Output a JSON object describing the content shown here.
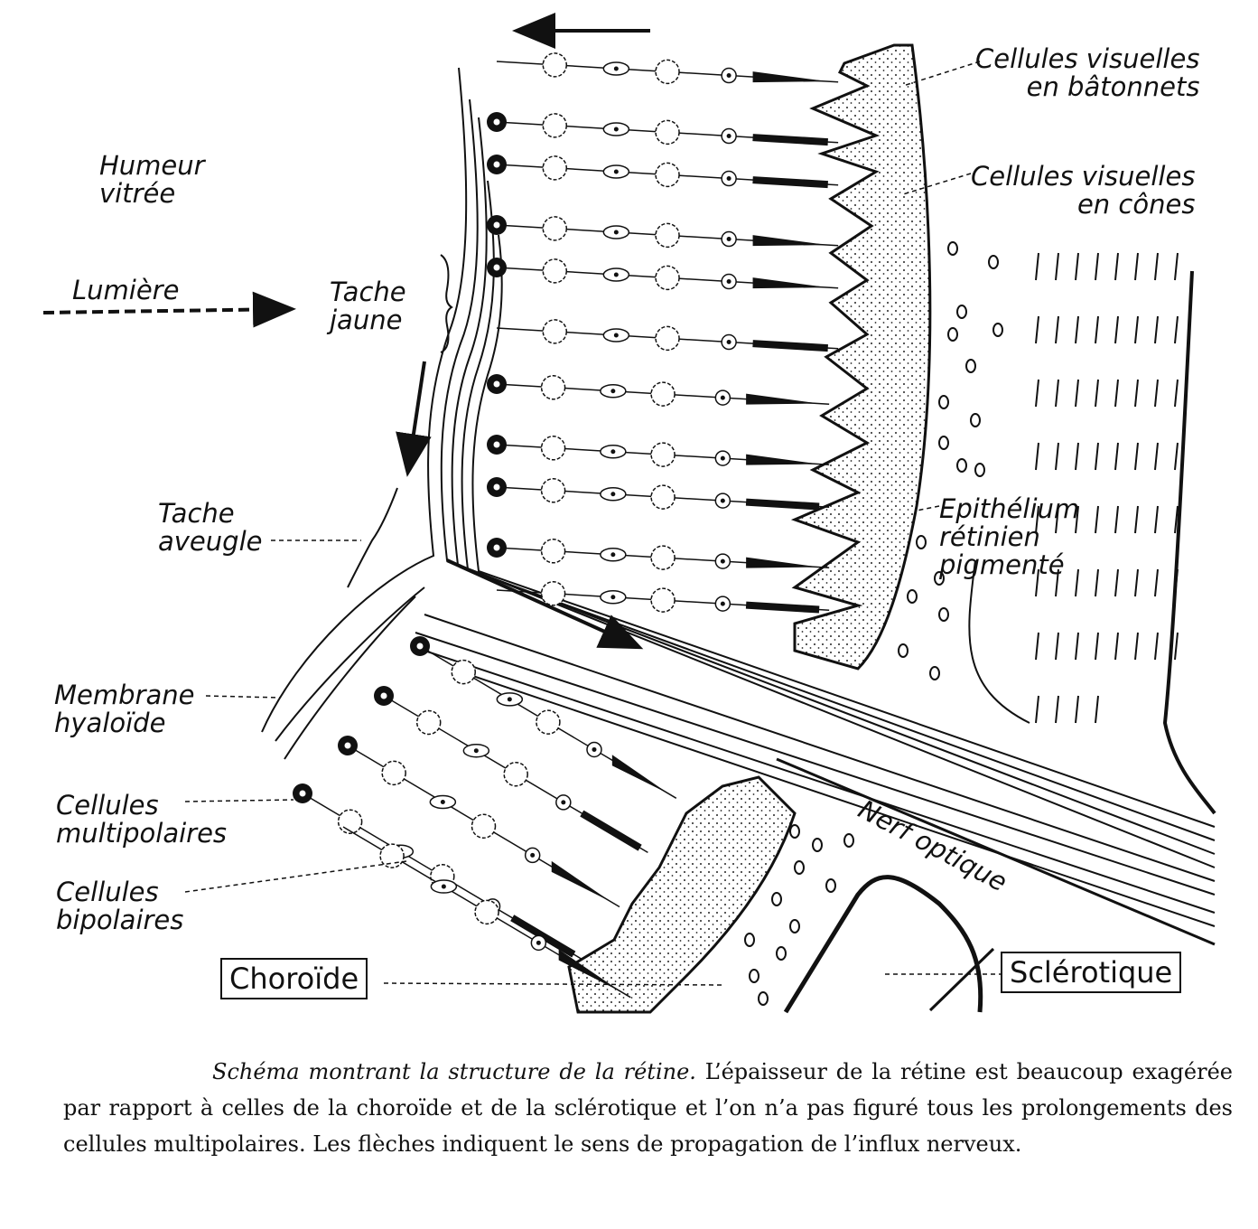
{
  "labels": {
    "rods": [
      "Cellules visuelles",
      "en bâtonnets"
    ],
    "cones": [
      "Cellules visuelles",
      "en cônes"
    ],
    "vitreous": [
      "Humeur",
      "vitrée"
    ],
    "light": "Lumière",
    "macula": [
      "Tache",
      "jaune"
    ],
    "blind_spot": [
      "Tache",
      "aveugle"
    ],
    "epithelium": [
      "Epithélium",
      "rétinien",
      "pigmenté"
    ],
    "hyaloid": [
      "Membrane",
      "hyaloïde"
    ],
    "multipolar": [
      "Cellules",
      "multipolaires"
    ],
    "bipolar": [
      "Cellules",
      "bipolaires"
    ],
    "optic_nerve": "Nerf optique",
    "choroid": "Choroïde",
    "sclera": "Sclérotique"
  },
  "caption": {
    "title": "Schéma montrant la structure de la rétine.",
    "text": " L’épaisseur de la rétine est beaucoup exagérée par rapport à celles de la choroïde et de la sclérotique et l’on n’a pas figuré tous les prolongements des cellules multipolaires. Les flèches indiquent le sens de propagation de l’influx nerveux."
  }
}
